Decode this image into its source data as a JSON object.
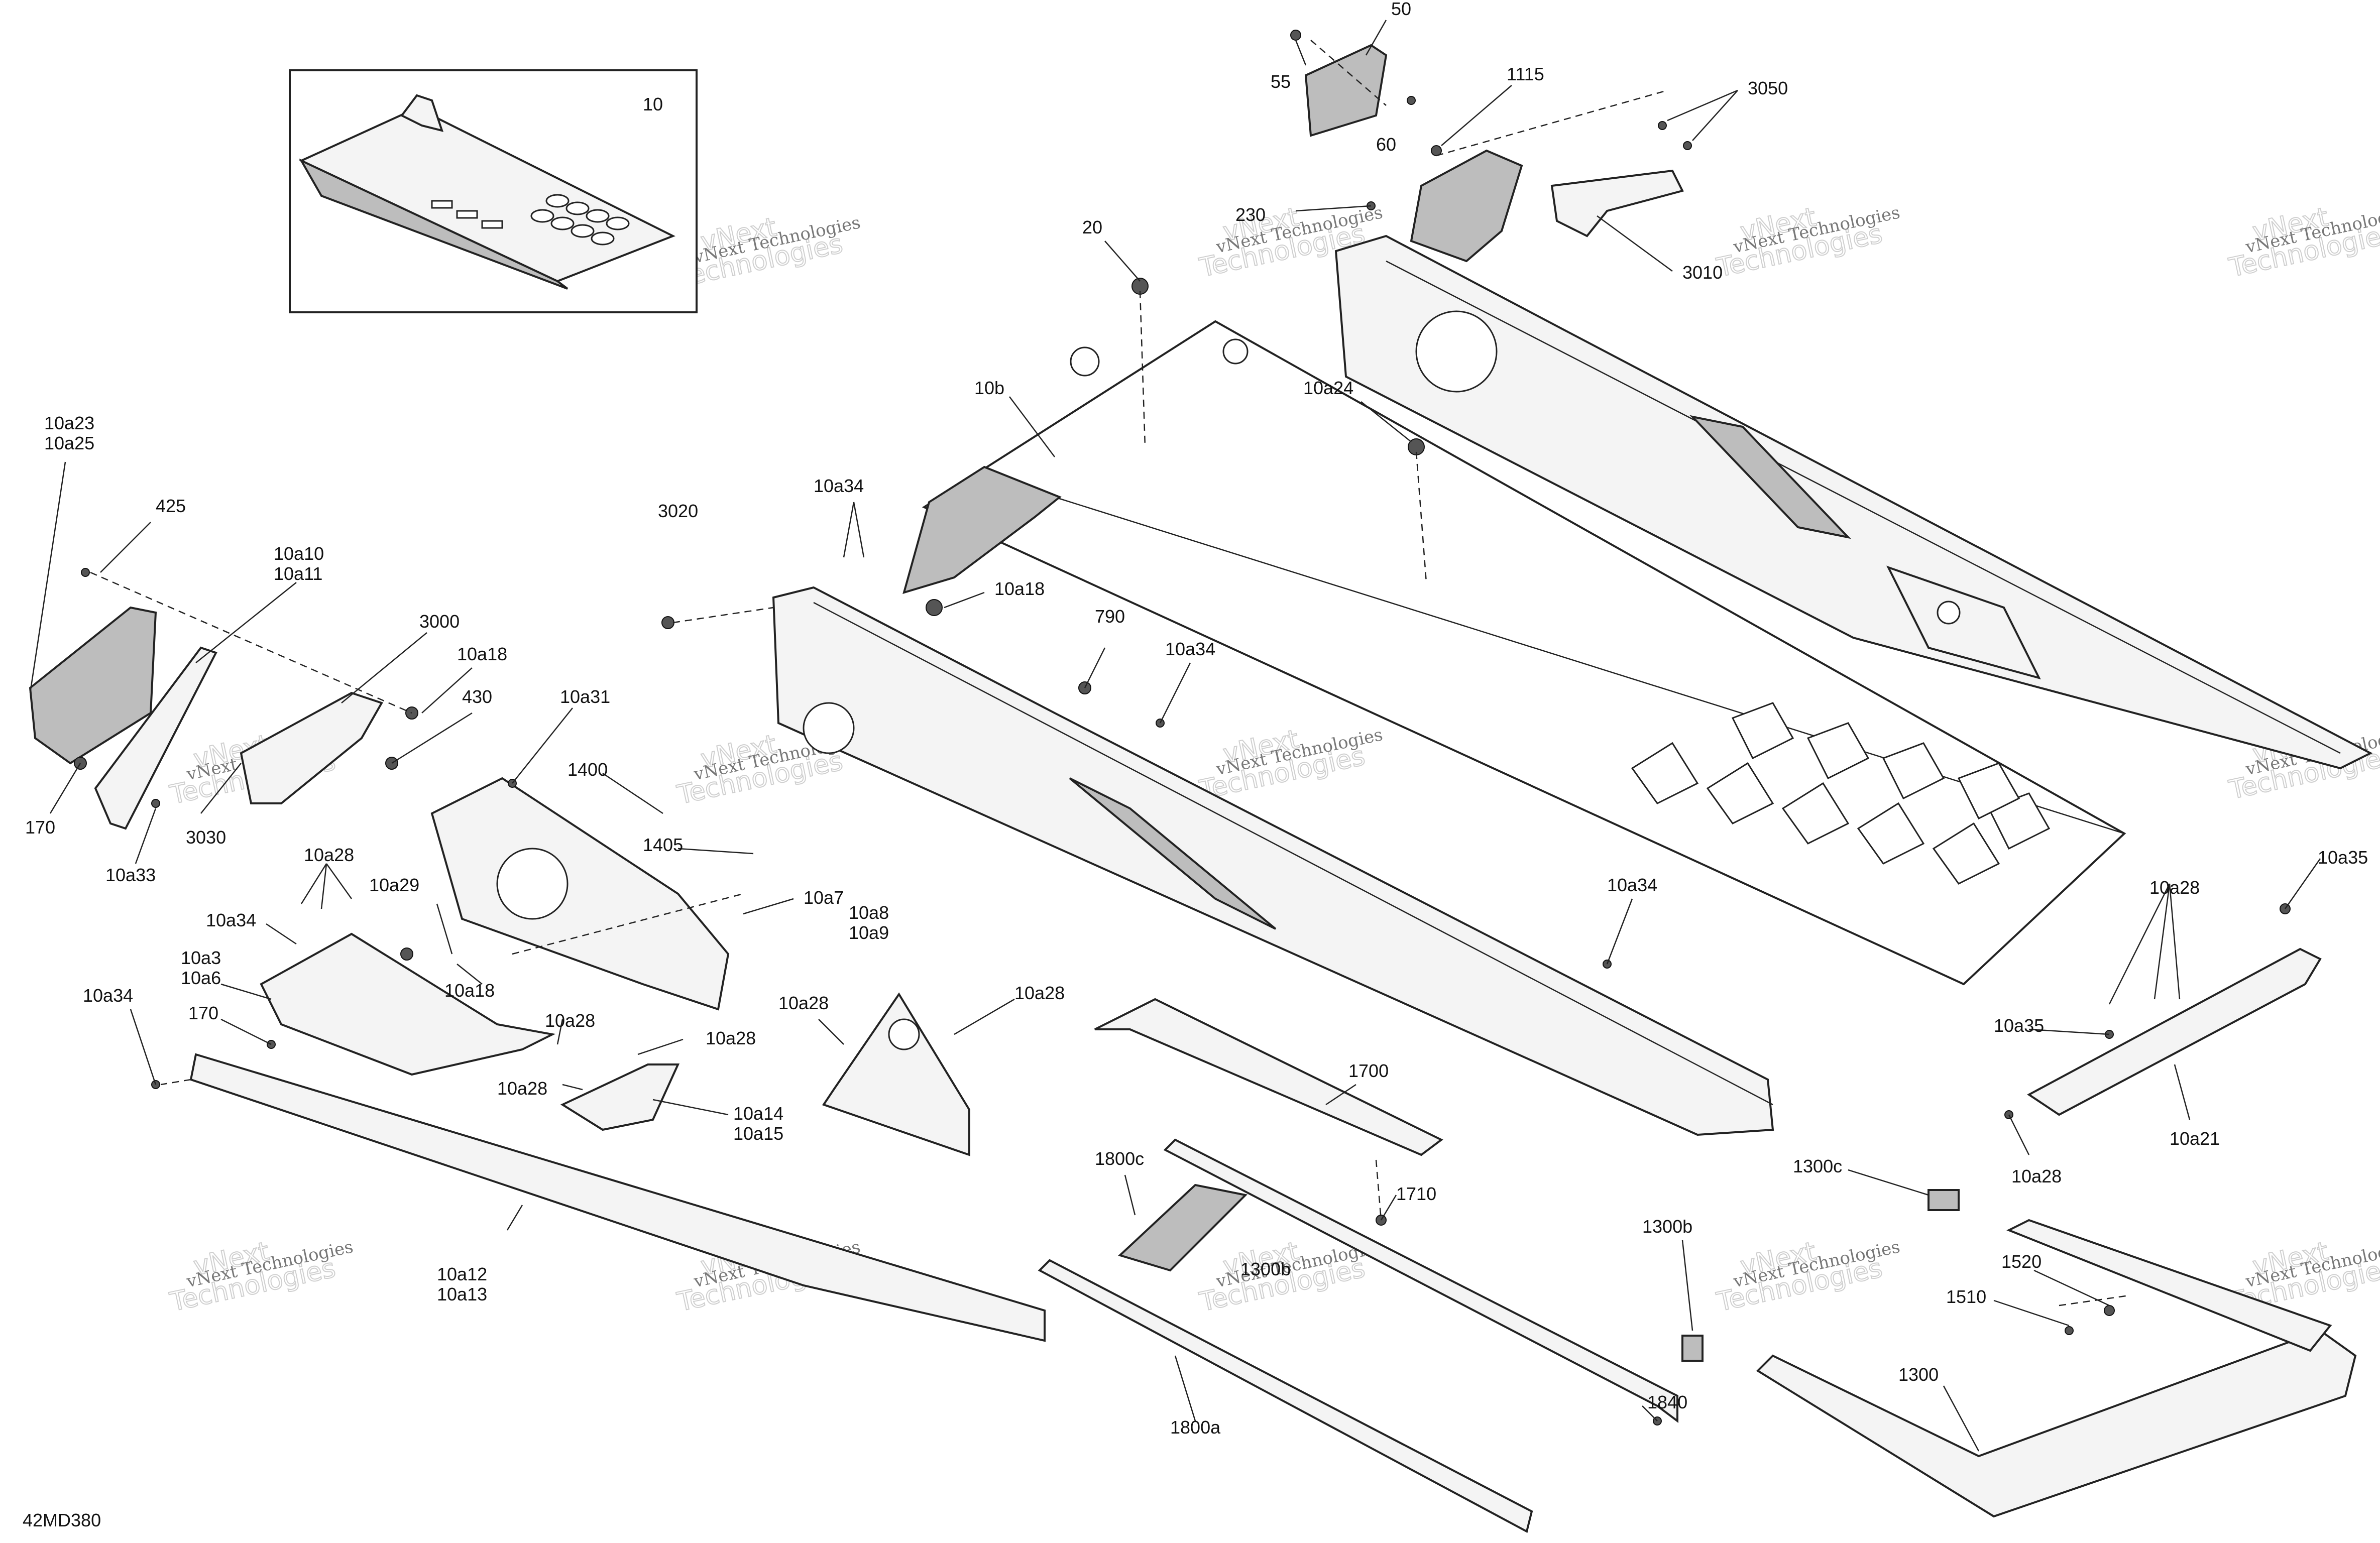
{
  "diagram_code": "42MD380",
  "watermark": {
    "text": "vNext Technologies",
    "outline_line1": "vNext",
    "outline_line2": "Technologies"
  },
  "callouts": [
    {
      "id": "c50",
      "text": "50"
    },
    {
      "id": "c55",
      "text": "55"
    },
    {
      "id": "c60",
      "text": "60"
    },
    {
      "id": "c1115",
      "text": "1115"
    },
    {
      "id": "c3050",
      "text": "3050"
    },
    {
      "id": "c230",
      "text": "230"
    },
    {
      "id": "c3010",
      "text": "3010"
    },
    {
      "id": "c10",
      "text": "10"
    },
    {
      "id": "c20",
      "text": "20"
    },
    {
      "id": "c10b",
      "text": "10b"
    },
    {
      "id": "c10a24",
      "text": "10a24"
    },
    {
      "id": "c10a23",
      "text": "10a23"
    },
    {
      "id": "c10a25",
      "text": "10a25"
    },
    {
      "id": "c425",
      "text": "425"
    },
    {
      "id": "c10a10",
      "text": "10a10"
    },
    {
      "id": "c10a11",
      "text": "10a11"
    },
    {
      "id": "c3020",
      "text": "3020"
    },
    {
      "id": "c10a34a",
      "text": "10a34"
    },
    {
      "id": "c10a18a",
      "text": "10a18"
    },
    {
      "id": "c3000",
      "text": "3000"
    },
    {
      "id": "c10a18b",
      "text": "10a18"
    },
    {
      "id": "c430",
      "text": "430"
    },
    {
      "id": "c790",
      "text": "790"
    },
    {
      "id": "c10a34b",
      "text": "10a34"
    },
    {
      "id": "c10a31",
      "text": "10a31"
    },
    {
      "id": "c170a",
      "text": "170"
    },
    {
      "id": "c3030",
      "text": "3030"
    },
    {
      "id": "c10a33",
      "text": "10a33"
    },
    {
      "id": "c1400",
      "text": "1400"
    },
    {
      "id": "c1405",
      "text": "1405"
    },
    {
      "id": "c10a28a",
      "text": "10a28"
    },
    {
      "id": "c10a29",
      "text": "10a29"
    },
    {
      "id": "c10a7",
      "text": "10a7"
    },
    {
      "id": "c10a34c",
      "text": "10a34"
    },
    {
      "id": "c10a8",
      "text": "10a8"
    },
    {
      "id": "c10a9",
      "text": "10a9"
    },
    {
      "id": "c10a3",
      "text": "10a3"
    },
    {
      "id": "c10a6",
      "text": "10a6"
    },
    {
      "id": "c10a18c",
      "text": "10a18"
    },
    {
      "id": "c10a34d",
      "text": "10a34"
    },
    {
      "id": "c170b",
      "text": "170"
    },
    {
      "id": "c10a28b",
      "text": "10a28"
    },
    {
      "id": "c10a28c",
      "text": "10a28"
    },
    {
      "id": "c10a28d",
      "text": "10a28"
    },
    {
      "id": "c10a28e",
      "text": "10a28"
    },
    {
      "id": "c10a28f",
      "text": "10a28"
    },
    {
      "id": "c10a14",
      "text": "10a14"
    },
    {
      "id": "c10a15",
      "text": "10a15"
    },
    {
      "id": "c10a34e",
      "text": "10a34"
    },
    {
      "id": "c1700",
      "text": "1700"
    },
    {
      "id": "c1710",
      "text": "1710"
    },
    {
      "id": "c1800c",
      "text": "1800c"
    },
    {
      "id": "c1300b",
      "text": "1300b"
    },
    {
      "id": "c1300c",
      "text": "1300c"
    },
    {
      "id": "c10a12",
      "text": "10a12"
    },
    {
      "id": "c10a13",
      "text": "10a13"
    },
    {
      "id": "c1840",
      "text": "1840"
    },
    {
      "id": "c1800a",
      "text": "1800a"
    },
    {
      "id": "c1520",
      "text": "1520"
    },
    {
      "id": "c1510",
      "text": "1510"
    },
    {
      "id": "c1300",
      "text": "1300"
    },
    {
      "id": "c10a28g",
      "text": "10a28"
    },
    {
      "id": "c10a35a",
      "text": "10a35"
    },
    {
      "id": "c10a35b",
      "text": "10a35"
    },
    {
      "id": "c10a21",
      "text": "10a21"
    },
    {
      "id": "c10a28h",
      "text": "10a28"
    },
    {
      "id": "c1300b_dup",
      "text": "1300b"
    }
  ]
}
